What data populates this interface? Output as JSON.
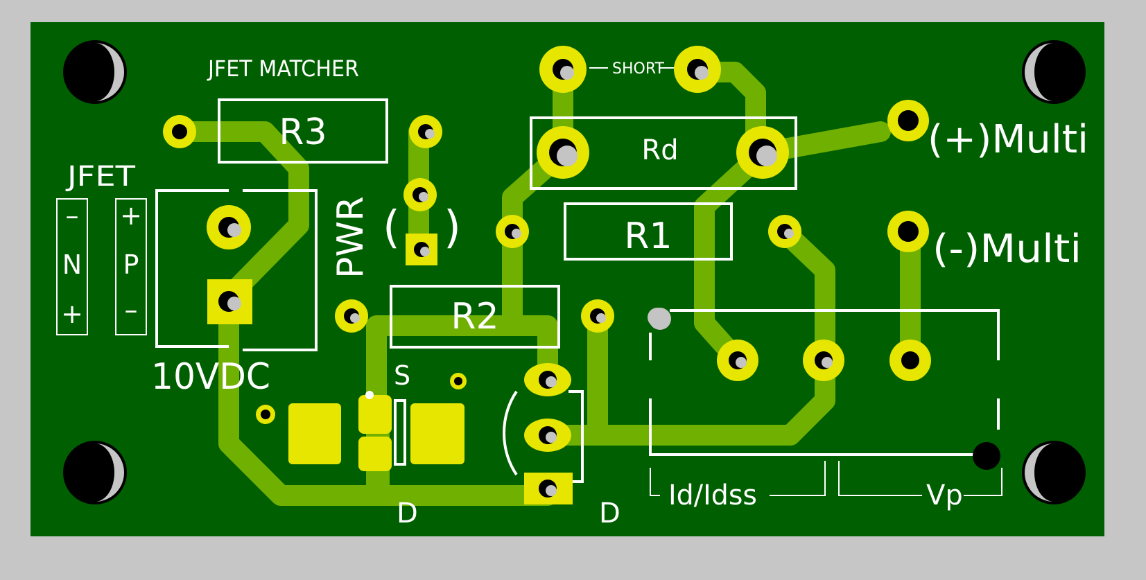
{
  "board": {
    "title": "JFET MATCHER",
    "short_label": "SHORT",
    "colors": {
      "background": "#c6c6c6",
      "board": "#005f00",
      "trace": "#6fb000",
      "pad": "#e6e600",
      "silkscreen": "#ffffff"
    }
  },
  "resistors": {
    "r3": "R3",
    "rd": "Rd",
    "r1": "R1",
    "r2": "R2"
  },
  "labels": {
    "multi_plus": "(+)Multi",
    "multi_minus": "(-)Multi",
    "pwr": "PWR",
    "led_open": "(",
    "led_close": ")",
    "voltage": "10VDC",
    "source": "S",
    "drain_left": "D",
    "drain_right": "D",
    "id_idss": "Id/Idss",
    "vp": "Vp"
  },
  "jfet_legend": {
    "title": "JFET",
    "n_column": [
      "–",
      "N",
      "+"
    ],
    "p_column": [
      "+",
      "P",
      "–"
    ]
  }
}
